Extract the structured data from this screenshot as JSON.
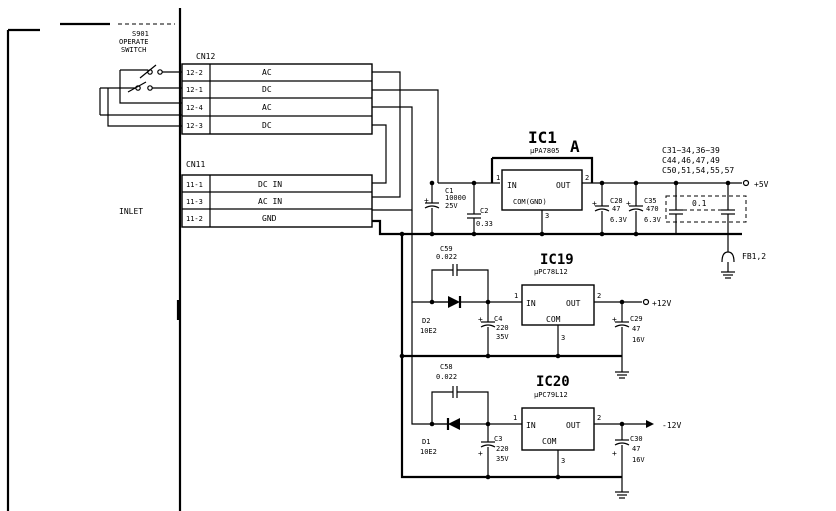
{
  "switch": {
    "ref": "S901",
    "name1": "OPERATE",
    "name2": "SWITCH"
  },
  "inlet_label": "INLET",
  "cn12": {
    "title": "CN12",
    "pins": [
      "12-2",
      "12-1",
      "12-4",
      "12-3"
    ],
    "signals": [
      "AC",
      "DC",
      "AC",
      "DC"
    ]
  },
  "cn11": {
    "title": "CN11",
    "pins": [
      "11-1",
      "11-3",
      "11-2"
    ],
    "signals": [
      "DC IN",
      "AC IN",
      "GND"
    ]
  },
  "ic1": {
    "ref": "IC1",
    "part": "μPA7805",
    "marker": "A",
    "in": "IN",
    "out": "OUT",
    "com": "COM(GND)",
    "pin1": "1",
    "pin2": "2",
    "pin3": "3"
  },
  "c1": {
    "ref": "C1",
    "value": "10000",
    "volt": "25V"
  },
  "c2": {
    "ref": "C2",
    "value": "0.33"
  },
  "c28": {
    "ref": "C28",
    "value": "47",
    "volt": "6.3V"
  },
  "c35": {
    "ref": "C35",
    "value": "470",
    "volt": "6.3V"
  },
  "cap_list": [
    "C31~34,36~39",
    "C44,46,47,49",
    "C50,51,54,55,57"
  ],
  "cap_value": "0.1",
  "out_5v": "+5V",
  "fb": "FB1,2",
  "ic19": {
    "ref": "IC19",
    "part": "μPC78L12",
    "in": "IN",
    "out": "OUT",
    "com": "COM",
    "pin1": "1",
    "pin2": "2",
    "pin3": "3"
  },
  "c59": {
    "ref": "C59",
    "value": "0.022"
  },
  "d2": {
    "ref": "D2",
    "part": "10E2"
  },
  "c4": {
    "ref": "C4",
    "value": "220",
    "volt": "35V"
  },
  "c29": {
    "ref": "C29",
    "value": "47",
    "volt": "16V"
  },
  "out_p12": "+12V",
  "ic20": {
    "ref": "IC20",
    "part": "μPC79L12",
    "in": "IN",
    "out": "OUT",
    "com": "COM",
    "pin1": "1",
    "pin2": "2",
    "pin3": "3"
  },
  "c58": {
    "ref": "C58",
    "value": "0.022"
  },
  "d1": {
    "ref": "D1",
    "part": "10E2"
  },
  "c3": {
    "ref": "C3",
    "value": "220",
    "volt": "35V"
  },
  "c30": {
    "ref": "C30",
    "value": "47",
    "volt": "16V"
  },
  "out_m12": "-12V"
}
